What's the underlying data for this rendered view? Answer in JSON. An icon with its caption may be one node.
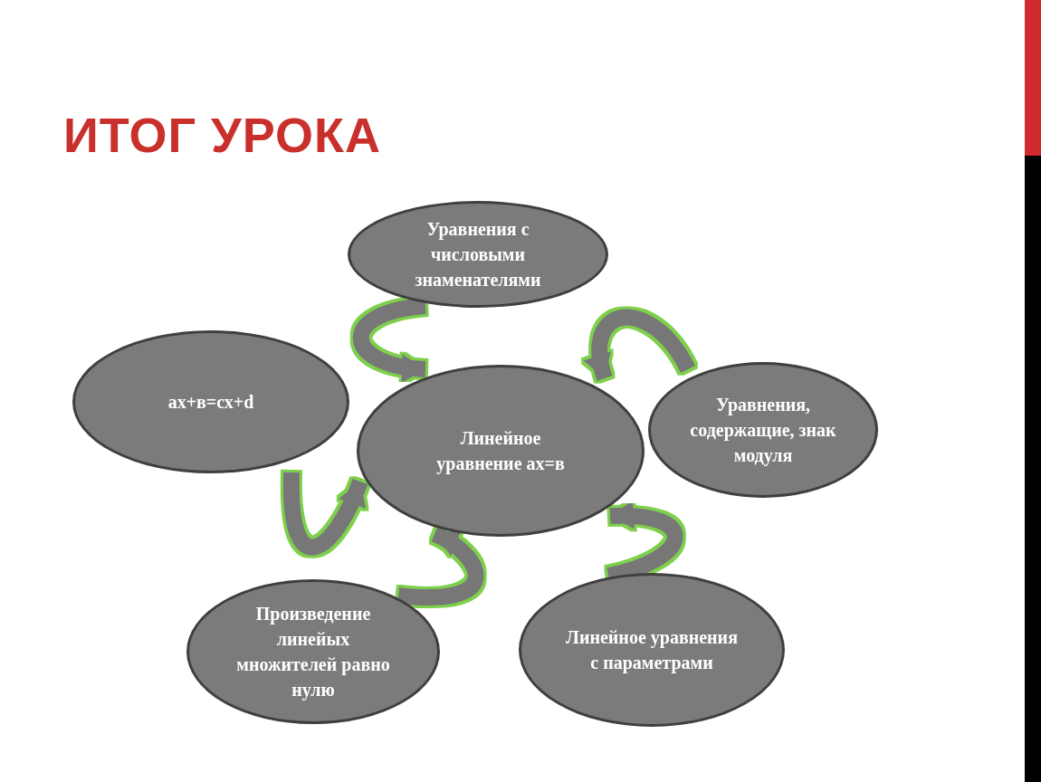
{
  "diagram": {
    "title": "ИТОГ УРОКА",
    "nodes": [
      {
        "text": [
          "Линейное уравнение ах=в"
        ]
      },
      {
        "text": [
          "Уравнения с числовыми знаменателями"
        ]
      },
      {
        "text": [
          "ах+в=сх+d"
        ]
      },
      {
        "text": [
          "Уравнения, содержащие, знак модуля"
        ]
      },
      {
        "text": [
          "Произведение линейых множителей равно нулю"
        ]
      },
      {
        "text": [
          "Линейное уравнения с параметрами"
        ]
      }
    ],
    "edges": [
      {
        "from": 1,
        "to": 0,
        "arrow": "to"
      },
      {
        "from": 3,
        "to": 0,
        "arrow": "to"
      },
      {
        "from": 2,
        "to": 0,
        "arrow": "to"
      },
      {
        "from": 4,
        "to": 0,
        "arrow": "to"
      },
      {
        "from": 5,
        "to": 0,
        "arrow": "to"
      }
    ]
  }
}
